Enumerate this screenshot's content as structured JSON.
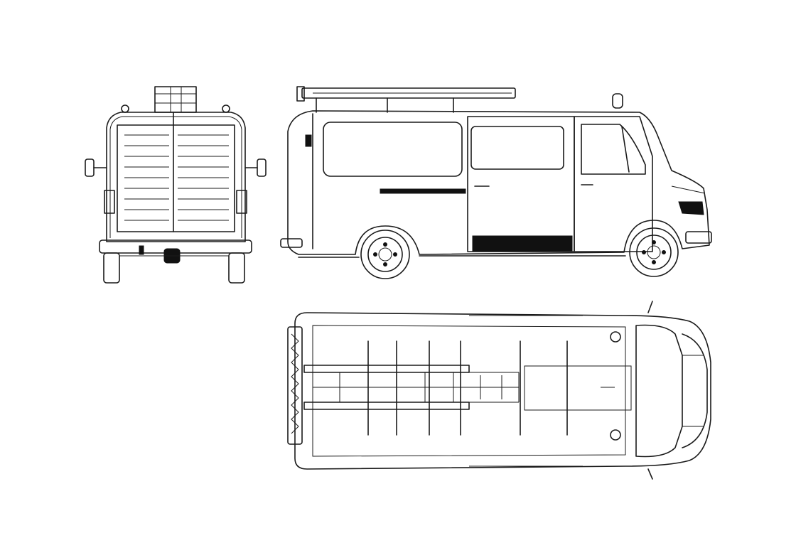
{
  "drawing": {
    "views": [
      "rear-view",
      "side-view",
      "top-view"
    ],
    "colors": {
      "line": "#1a1a1a",
      "background": "#ffffff",
      "fill_dark": "#111111"
    }
  }
}
